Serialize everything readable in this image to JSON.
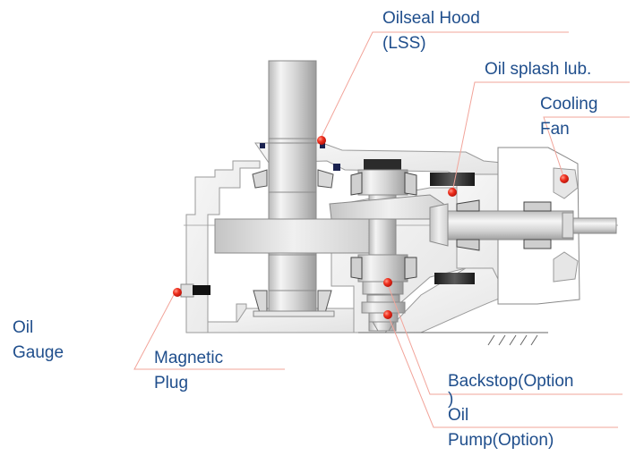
{
  "diagram": {
    "type": "gear-reducer-cross-section",
    "colors": {
      "label_text": "#1f4e8c",
      "leader_line": "#f2a49a",
      "marker": "#e8261a",
      "metal_light": "#f2f2f2",
      "metal_mid": "#c8c8c8",
      "metal_dark": "#2a2a2a",
      "outline": "#8a8a8a",
      "seal_navy": "#1b2350"
    },
    "labels": [
      {
        "id": "oilseal-hood",
        "lines": [
          "Oilseal Hood",
          "(LSS)"
        ]
      },
      {
        "id": "oil-splash-lub",
        "lines": [
          "Oil splash lub."
        ]
      },
      {
        "id": "cooling-fan",
        "lines": [
          "Cooling",
          "Fan"
        ]
      },
      {
        "id": "oil-gauge",
        "lines": [
          "Oil",
          "Gauge"
        ]
      },
      {
        "id": "magnetic-plug",
        "lines": [
          "Magnetic",
          "Plug"
        ]
      },
      {
        "id": "backstop",
        "lines": [
          "Backstop(Option",
          ")"
        ]
      },
      {
        "id": "oil-pump",
        "lines": [
          "Oil",
          "Pump(Option)"
        ]
      }
    ]
  }
}
